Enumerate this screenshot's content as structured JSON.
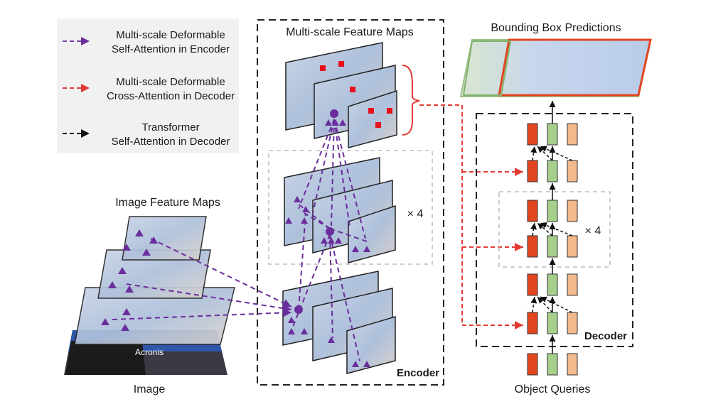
{
  "legend": {
    "items": [
      {
        "line1": "Multi-scale Deformable",
        "line2": "Self-Attention in Encoder",
        "color": "#7b3fa8"
      },
      {
        "line1": "Multi-scale Deformable",
        "line2": "Cross-Attention in Decoder",
        "color": "#e23b35"
      },
      {
        "line1": "Transformer",
        "line2": "Self-Attention in Decoder",
        "color": "#111111"
      }
    ]
  },
  "labels": {
    "multi_scale_feature_maps": "Multi-scale Feature Maps",
    "bounding_box_predictions": "Bounding Box Predictions",
    "image_feature_maps": "Image Feature Maps",
    "image": "Image",
    "encoder": "Encoder",
    "decoder": "Decoder",
    "object_queries": "Object Queries",
    "times4_encoder": "× 4",
    "times4_decoder": "× 4",
    "photo_text": "Acronis"
  },
  "colors": {
    "purple": "#6a2d9c",
    "red": "#e23b35",
    "query_red": "#e2461f",
    "query_green": "#a6cf8c",
    "query_peach": "#f2b98c"
  }
}
